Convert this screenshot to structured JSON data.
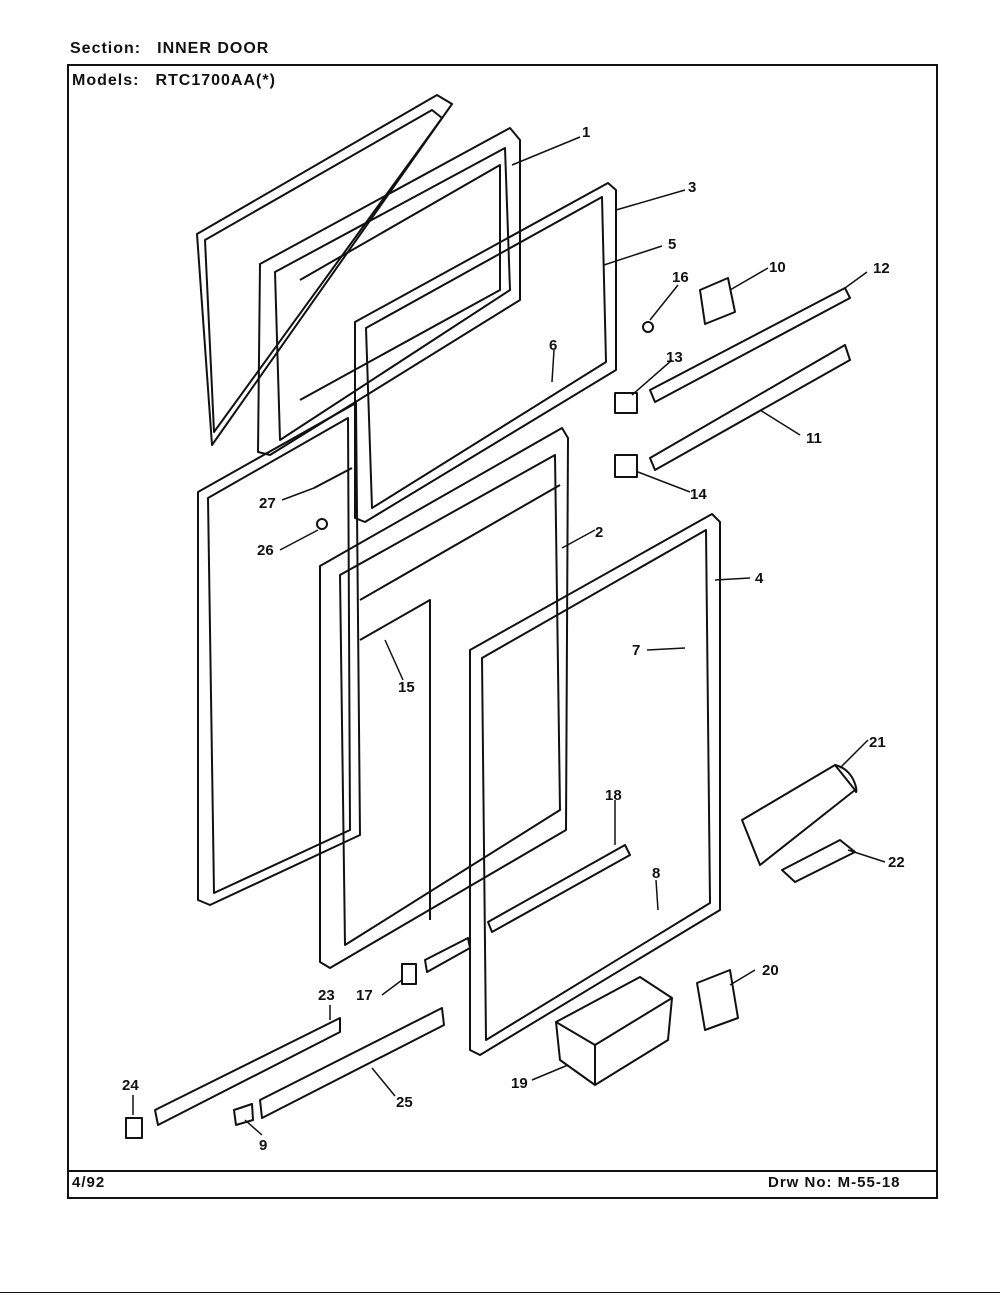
{
  "header": {
    "section_label": "Section:",
    "section_value": "INNER DOOR",
    "models_label": "Models:",
    "models_value": "RTC1700AA(*)"
  },
  "footer": {
    "date": "4/92",
    "drawing_label": "Drw No:",
    "drawing_number": "M-55-18"
  },
  "callouts": [
    "1",
    "2",
    "3",
    "4",
    "5",
    "6",
    "7",
    "8",
    "9",
    "10",
    "11",
    "12",
    "13",
    "14",
    "15",
    "16",
    "17",
    "18",
    "19",
    "20",
    "21",
    "22",
    "23",
    "24",
    "25",
    "26",
    "27"
  ]
}
